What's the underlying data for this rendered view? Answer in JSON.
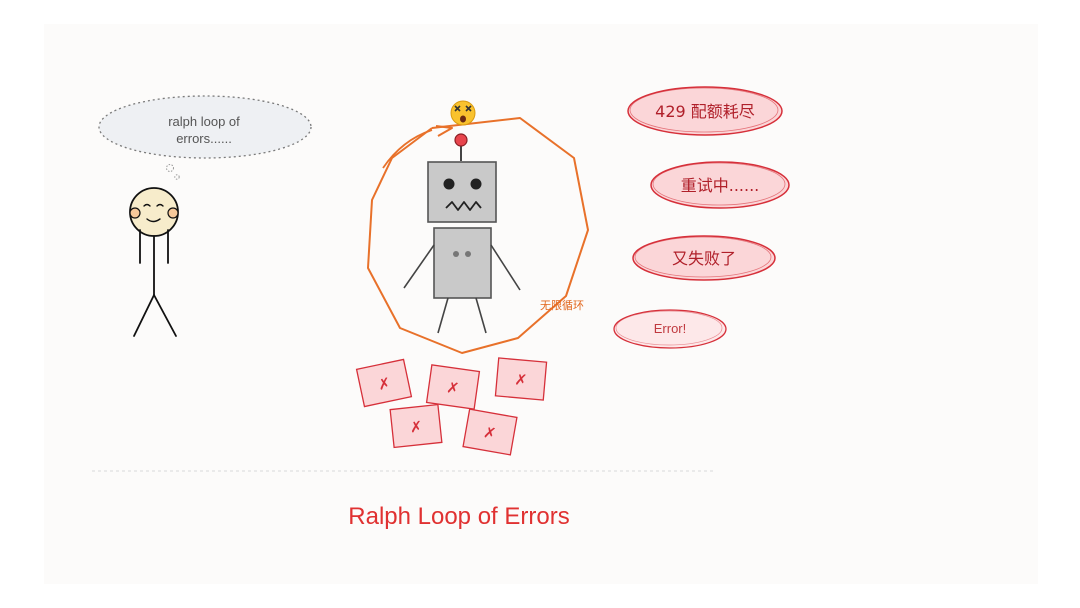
{
  "thought_bubble": {
    "line1": "ralph loop of",
    "line2": "errors......"
  },
  "robot": {
    "face_emoji": "😵"
  },
  "loop_label": "无限循环",
  "speech_bubbles": [
    {
      "text": "429 配额耗尽"
    },
    {
      "text": "重试中......"
    },
    {
      "text": "又失败了"
    },
    {
      "text": "Error!"
    }
  ],
  "error_cards": [
    {
      "mark": "✗"
    },
    {
      "mark": "✗"
    },
    {
      "mark": "✗"
    },
    {
      "mark": "✗"
    },
    {
      "mark": "✗"
    }
  ],
  "caption": "Ralph Loop of Errors",
  "colors": {
    "accent_red": "#e03131",
    "loop_orange": "#e8712a",
    "robot_gray": "#c9c9c9",
    "card_fill": "#fbd6d8"
  }
}
